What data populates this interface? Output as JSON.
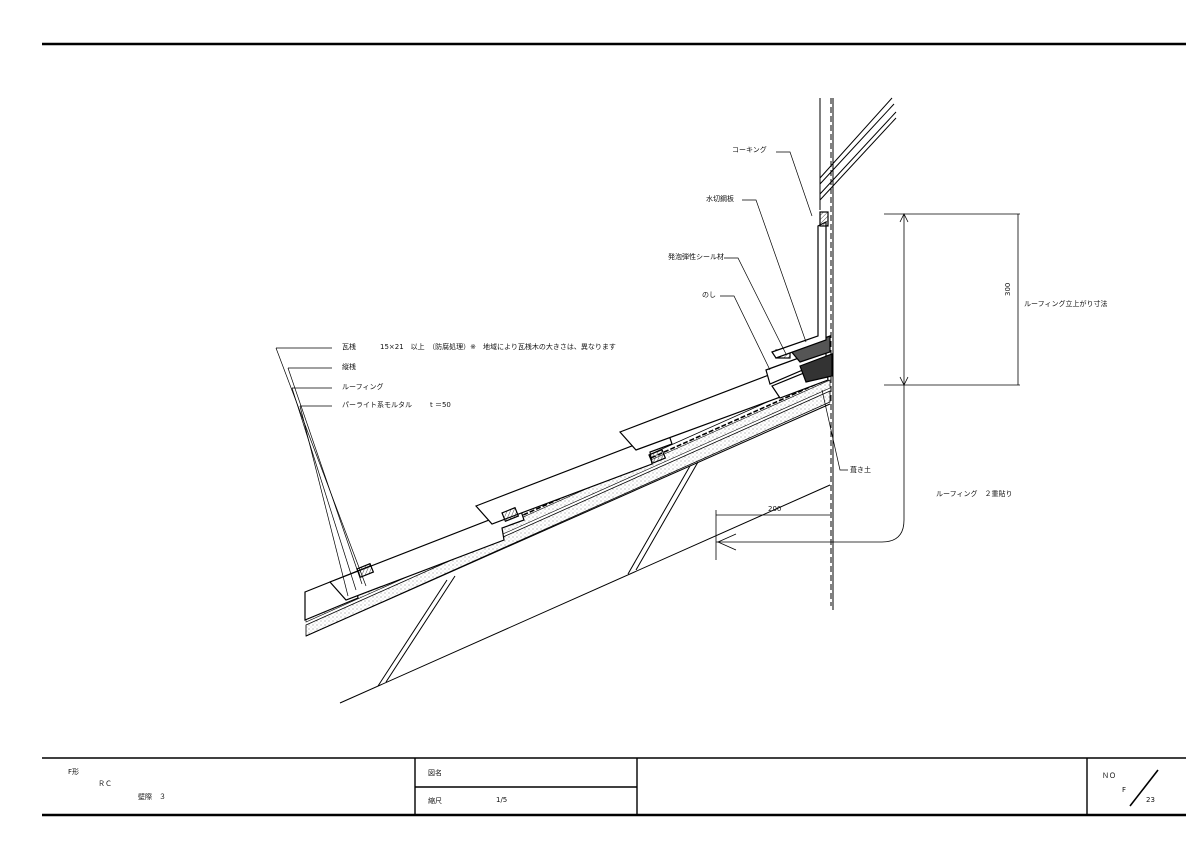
{
  "callouts": {
    "caulking": "コーキング",
    "flashing": "水切鋼板",
    "foam_sealant": "発泡弾性シール材",
    "noshi": "のし",
    "batten": "瓦桟",
    "batten_spec": "15×21　以上　（防腐処理）※　地域により瓦桟木の大きさは、異なります",
    "counter_batten": "縦桟",
    "roofing": "ルーフィング",
    "perlite_mortar": "パーライト系モルタル",
    "mortar_thickness": "t ＝50",
    "fill_clay": "葺き土",
    "roofing_double": "ルーフィング　２重貼り",
    "roofing_rise_dim_label": "ルーフィング立上がり寸法"
  },
  "dimensions": {
    "rise": "300",
    "overlap": "200"
  },
  "title_block": {
    "type": "F形",
    "structure": "ＲＣ",
    "part": "壁際　３",
    "drawing_name_label": "図名",
    "scale_label": "縮尺",
    "scale_value": "1/5",
    "no_label": "ＮＯ",
    "sheet_prefix": "F",
    "sheet_number": "23"
  }
}
